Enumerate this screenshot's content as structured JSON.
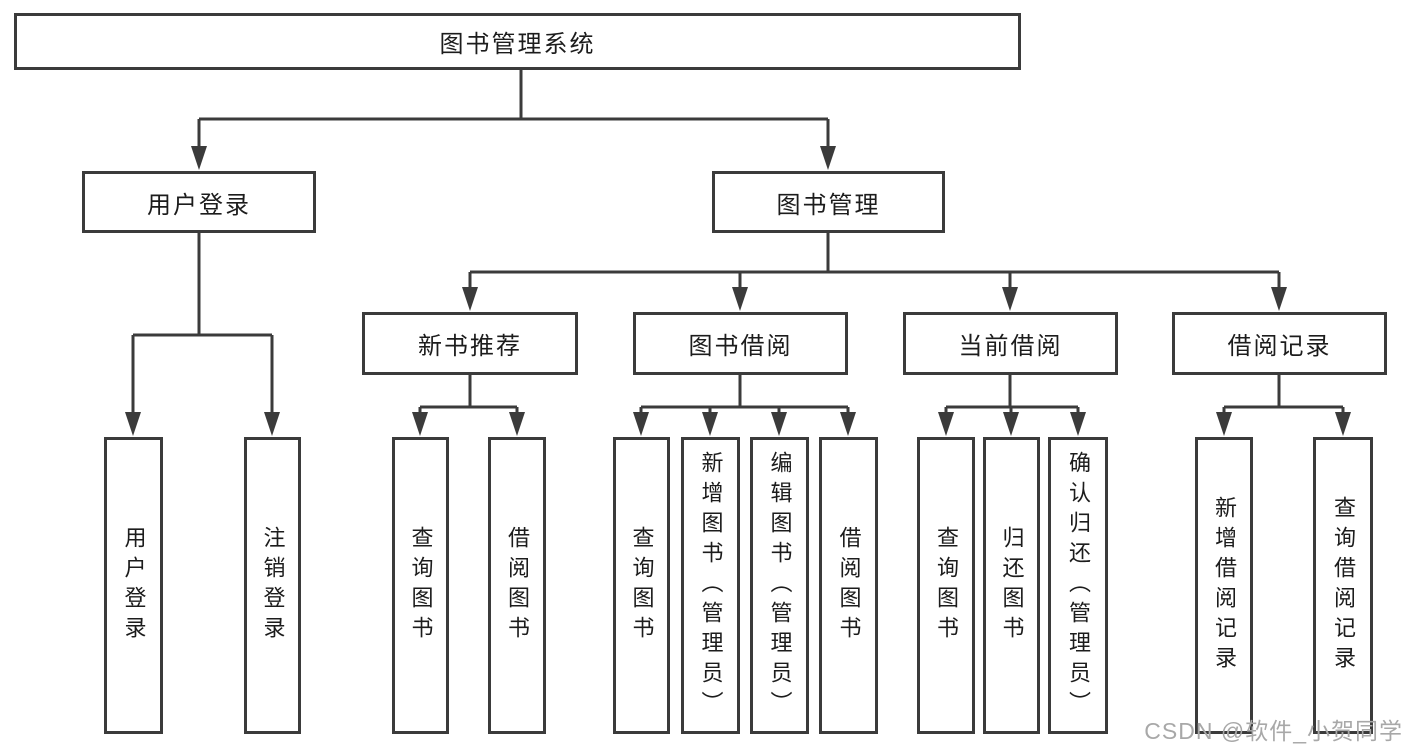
{
  "diagram": {
    "title": "图书管理系统",
    "watermark": "CSDN @软件_小贺同学",
    "colors": {
      "line": "#3b3b3b",
      "text": "#1c1c1c",
      "watermark": "#a8a8a8",
      "background": "#ffffff"
    },
    "nodes": {
      "root": {
        "label": "图书管理系统"
      },
      "level2": [
        {
          "label": "用户登录"
        },
        {
          "label": "图书管理"
        }
      ],
      "level3": [
        {
          "label": "新书推荐",
          "parent": "图书管理"
        },
        {
          "label": "图书借阅",
          "parent": "图书管理"
        },
        {
          "label": "当前借阅",
          "parent": "图书管理"
        },
        {
          "label": "借阅记录",
          "parent": "图书管理"
        }
      ],
      "leaves": [
        {
          "label": "用户登录",
          "parent": "用户登录"
        },
        {
          "label": "注销登录",
          "parent": "用户登录"
        },
        {
          "label": "查询图书",
          "parent": "新书推荐"
        },
        {
          "label": "借阅图书",
          "parent": "新书推荐"
        },
        {
          "label": "查询图书",
          "parent": "图书借阅"
        },
        {
          "label": "新增图书（管理员）",
          "parent": "图书借阅"
        },
        {
          "label": "编辑图书（管理员）",
          "parent": "图书借阅"
        },
        {
          "label": "借阅图书",
          "parent": "图书借阅"
        },
        {
          "label": "查询图书",
          "parent": "当前借阅"
        },
        {
          "label": "归还图书",
          "parent": "当前借阅"
        },
        {
          "label": "确认归还（管理员）",
          "parent": "当前借阅"
        },
        {
          "label": "新增借阅记录",
          "parent": "借阅记录"
        },
        {
          "label": "查询借阅记录",
          "parent": "借阅记录"
        }
      ]
    }
  }
}
